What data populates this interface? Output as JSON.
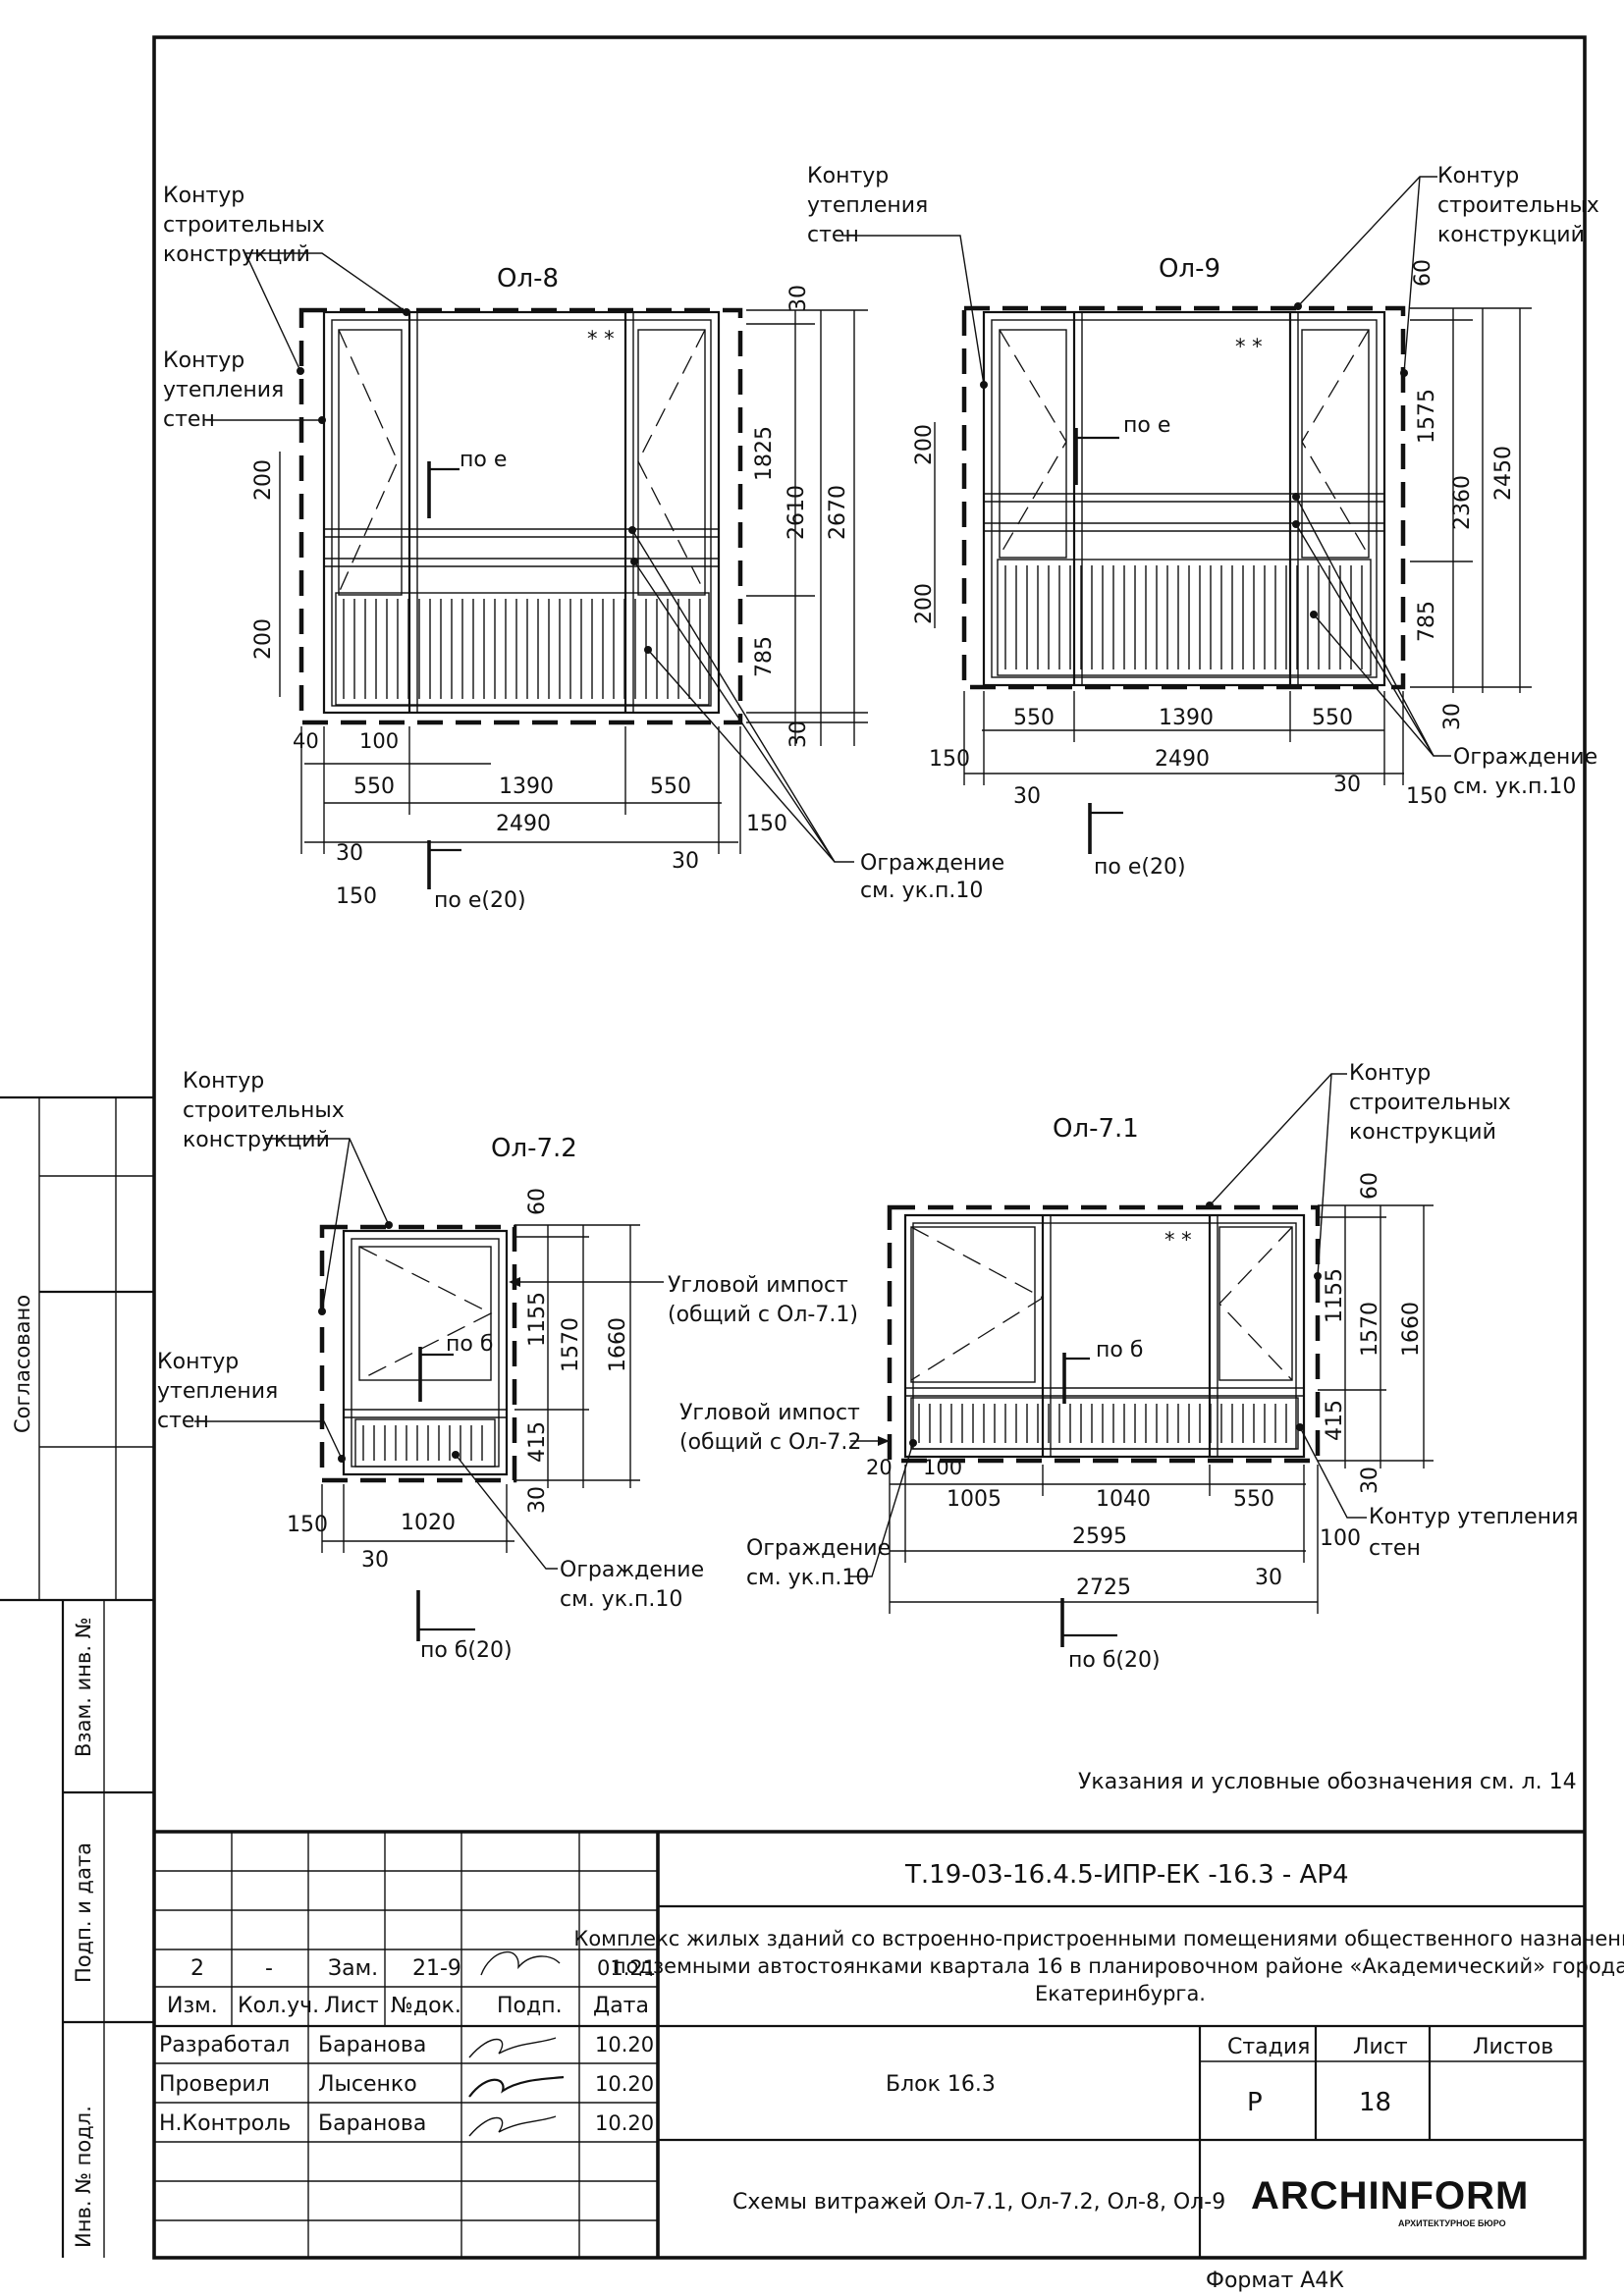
{
  "windows": {
    "ol8": {
      "title": "Ол-8",
      "dims_v": [
        "30",
        "1825",
        "2610",
        "2670",
        "785",
        "30",
        "200",
        "200"
      ],
      "dims_h": [
        "40",
        "100",
        "550",
        "1390",
        "550",
        "2490",
        "30",
        "30",
        "150",
        "150"
      ],
      "section": "по е",
      "section_bottom": "по е(20)"
    },
    "ol9": {
      "title": "Ол-9",
      "dims_v": [
        "60",
        "1575",
        "2360",
        "2450",
        "785",
        "30",
        "200",
        "200"
      ],
      "dims_h": [
        "550",
        "1390",
        "550",
        "2490",
        "150",
        "30",
        "30",
        "150"
      ],
      "section": "по е",
      "section_bottom": "по е(20)"
    },
    "ol72": {
      "title": "Ол-7.2",
      "dims_v": [
        "60",
        "1155",
        "1570",
        "1660",
        "415",
        "30"
      ],
      "dims_h": [
        "150",
        "1020",
        "30"
      ],
      "section": "по б",
      "section_bottom": "по б(20)"
    },
    "ol71": {
      "title": "Ол-7.1",
      "dims_v": [
        "60",
        "1155",
        "1570",
        "1660",
        "415",
        "30"
      ],
      "dims_h": [
        "20",
        "100",
        "1005",
        "1040",
        "550",
        "2595",
        "100",
        "2725",
        "30"
      ],
      "section": "по б",
      "section_bottom": "по б(20)"
    }
  },
  "callouts": {
    "contour_struct": [
      "Контур",
      "строительных",
      "конструкций"
    ],
    "contour_insul": [
      "Контур",
      "утепления",
      "стен"
    ],
    "railing": [
      "Ограждение",
      "см. ук.п.10"
    ],
    "corner_post": [
      "Угловой импост",
      "(общий с Ол-7.1)"
    ],
    "corner_post2": [
      "Угловой импост",
      "(общий с Ол-7.2"
    ],
    "contour_insul_inline": "Контур утепления",
    "stens": "стен"
  },
  "note": "Указания и условные обозначения см. л. 14",
  "side_labels": {
    "agreed": "Согласовано",
    "vzam": "Взам. инв. №",
    "podp": "Подп. и дата",
    "inv": "Инв. № подл."
  },
  "title_block": {
    "code": "Т.19-03-16.4.5-ИПР-ЕК -16.3 - АР4",
    "project": [
      "Комплекс жилых зданий со встроенно-пристроенными помещениями общественного назначения и",
      "подземными автостоянками квартала 16 в планировочном районе «Академический» города",
      "Екатеринбурга."
    ],
    "rev_row": {
      "izm": "2",
      "kol": "-",
      "list": "Зам.",
      "doc": "21-9",
      "date": "01.21"
    },
    "headers": {
      "izm": "Изм.",
      "kol": "Кол.уч.",
      "list": "Лист",
      "doc": "№док.",
      "podp": "Подп.",
      "date": "Дата"
    },
    "people": [
      {
        "role": "Разработал",
        "name": "Баранова",
        "date": "10.20"
      },
      {
        "role": "Проверил",
        "name": "Лысенко",
        "date": "10.20"
      },
      {
        "role": "Н.Контроль",
        "name": "Баранова",
        "date": "10.20"
      }
    ],
    "block": "Блок 16.3",
    "stage_label": "Стадия",
    "sheet_label": "Лист",
    "sheets_label": "Листов",
    "stage": "Р",
    "sheet": "18",
    "sheets": "",
    "drawing_title": "Схемы витражей Ол-7.1, Ол-7.2, Ол-8, Ол-9",
    "logo": "ARCHINFORM",
    "logo_sub": "АРХИТЕКТУРНОЕ БЮРО",
    "format": "Формат А4К"
  }
}
